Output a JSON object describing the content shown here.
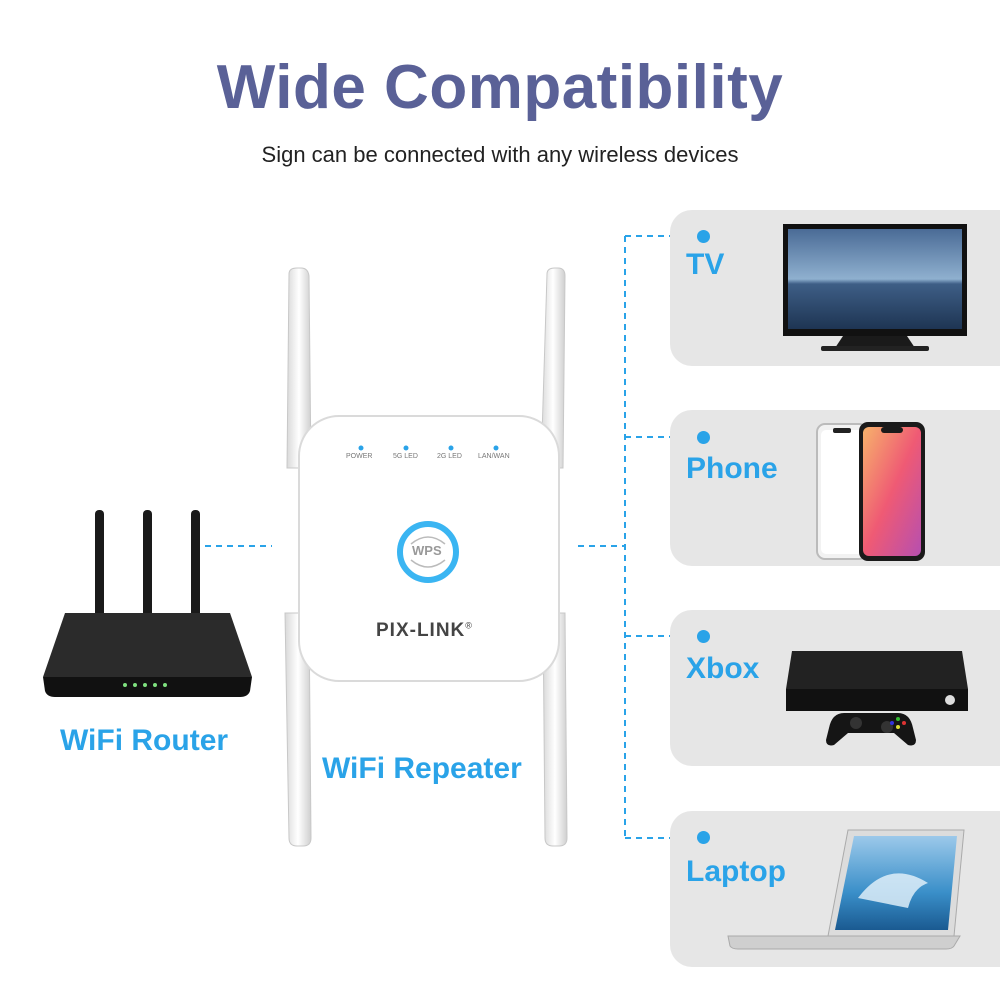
{
  "header": {
    "title": "Wide Compatibility",
    "subtitle": "Sign can be connected with any wireless devices"
  },
  "router": {
    "label": "WiFi Router"
  },
  "repeater": {
    "label": "WiFi Repeater",
    "brand": "PIX-LINK",
    "brand_mark": "®",
    "wps": "WPS",
    "leds": [
      "POWER",
      "5G LED",
      "2G LED",
      "LAN/WAN"
    ]
  },
  "devices": [
    {
      "label": "TV",
      "icon": "tv-icon"
    },
    {
      "label": "Phone",
      "icon": "phone-icon"
    },
    {
      "label": "Xbox",
      "icon": "xbox-icon"
    },
    {
      "label": "Laptop",
      "icon": "laptop-icon"
    }
  ],
  "colors": {
    "title": "#5a6197",
    "accent": "#2aa3e8",
    "card_bg": "#e6e6e6"
  }
}
